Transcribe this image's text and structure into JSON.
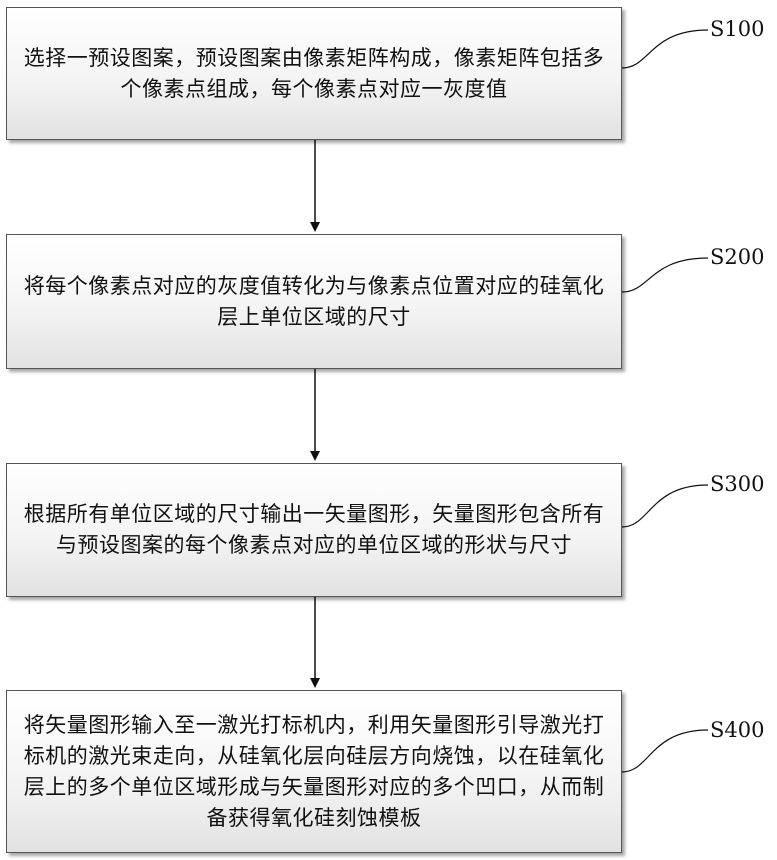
{
  "steps": [
    {
      "id": "S100",
      "text": "选择一预设图案，预设图案由像素矩阵构成，像素矩阵包括多个像素点组成，每个像素点对应一灰度值"
    },
    {
      "id": "S200",
      "text": "将每个像素点对应的灰度值转化为与像素点位置对应的硅氧化层上单位区域的尺寸"
    },
    {
      "id": "S300",
      "text": "根据所有单位区域的尺寸输出一矢量图形，矢量图形包含所有与预设图案的每个像素点对应的单位区域的形状与尺寸"
    },
    {
      "id": "S400",
      "text": "将矢量图形输入至一激光打标机内，利用矢量图形引导激光打标机的激光束走向，从硅氧化层向硅层方向烧蚀，以在硅氧化层上的多个单位区域形成与矢量图形对应的多个凹口，从而制备获得氧化硅刻蚀模板"
    }
  ]
}
